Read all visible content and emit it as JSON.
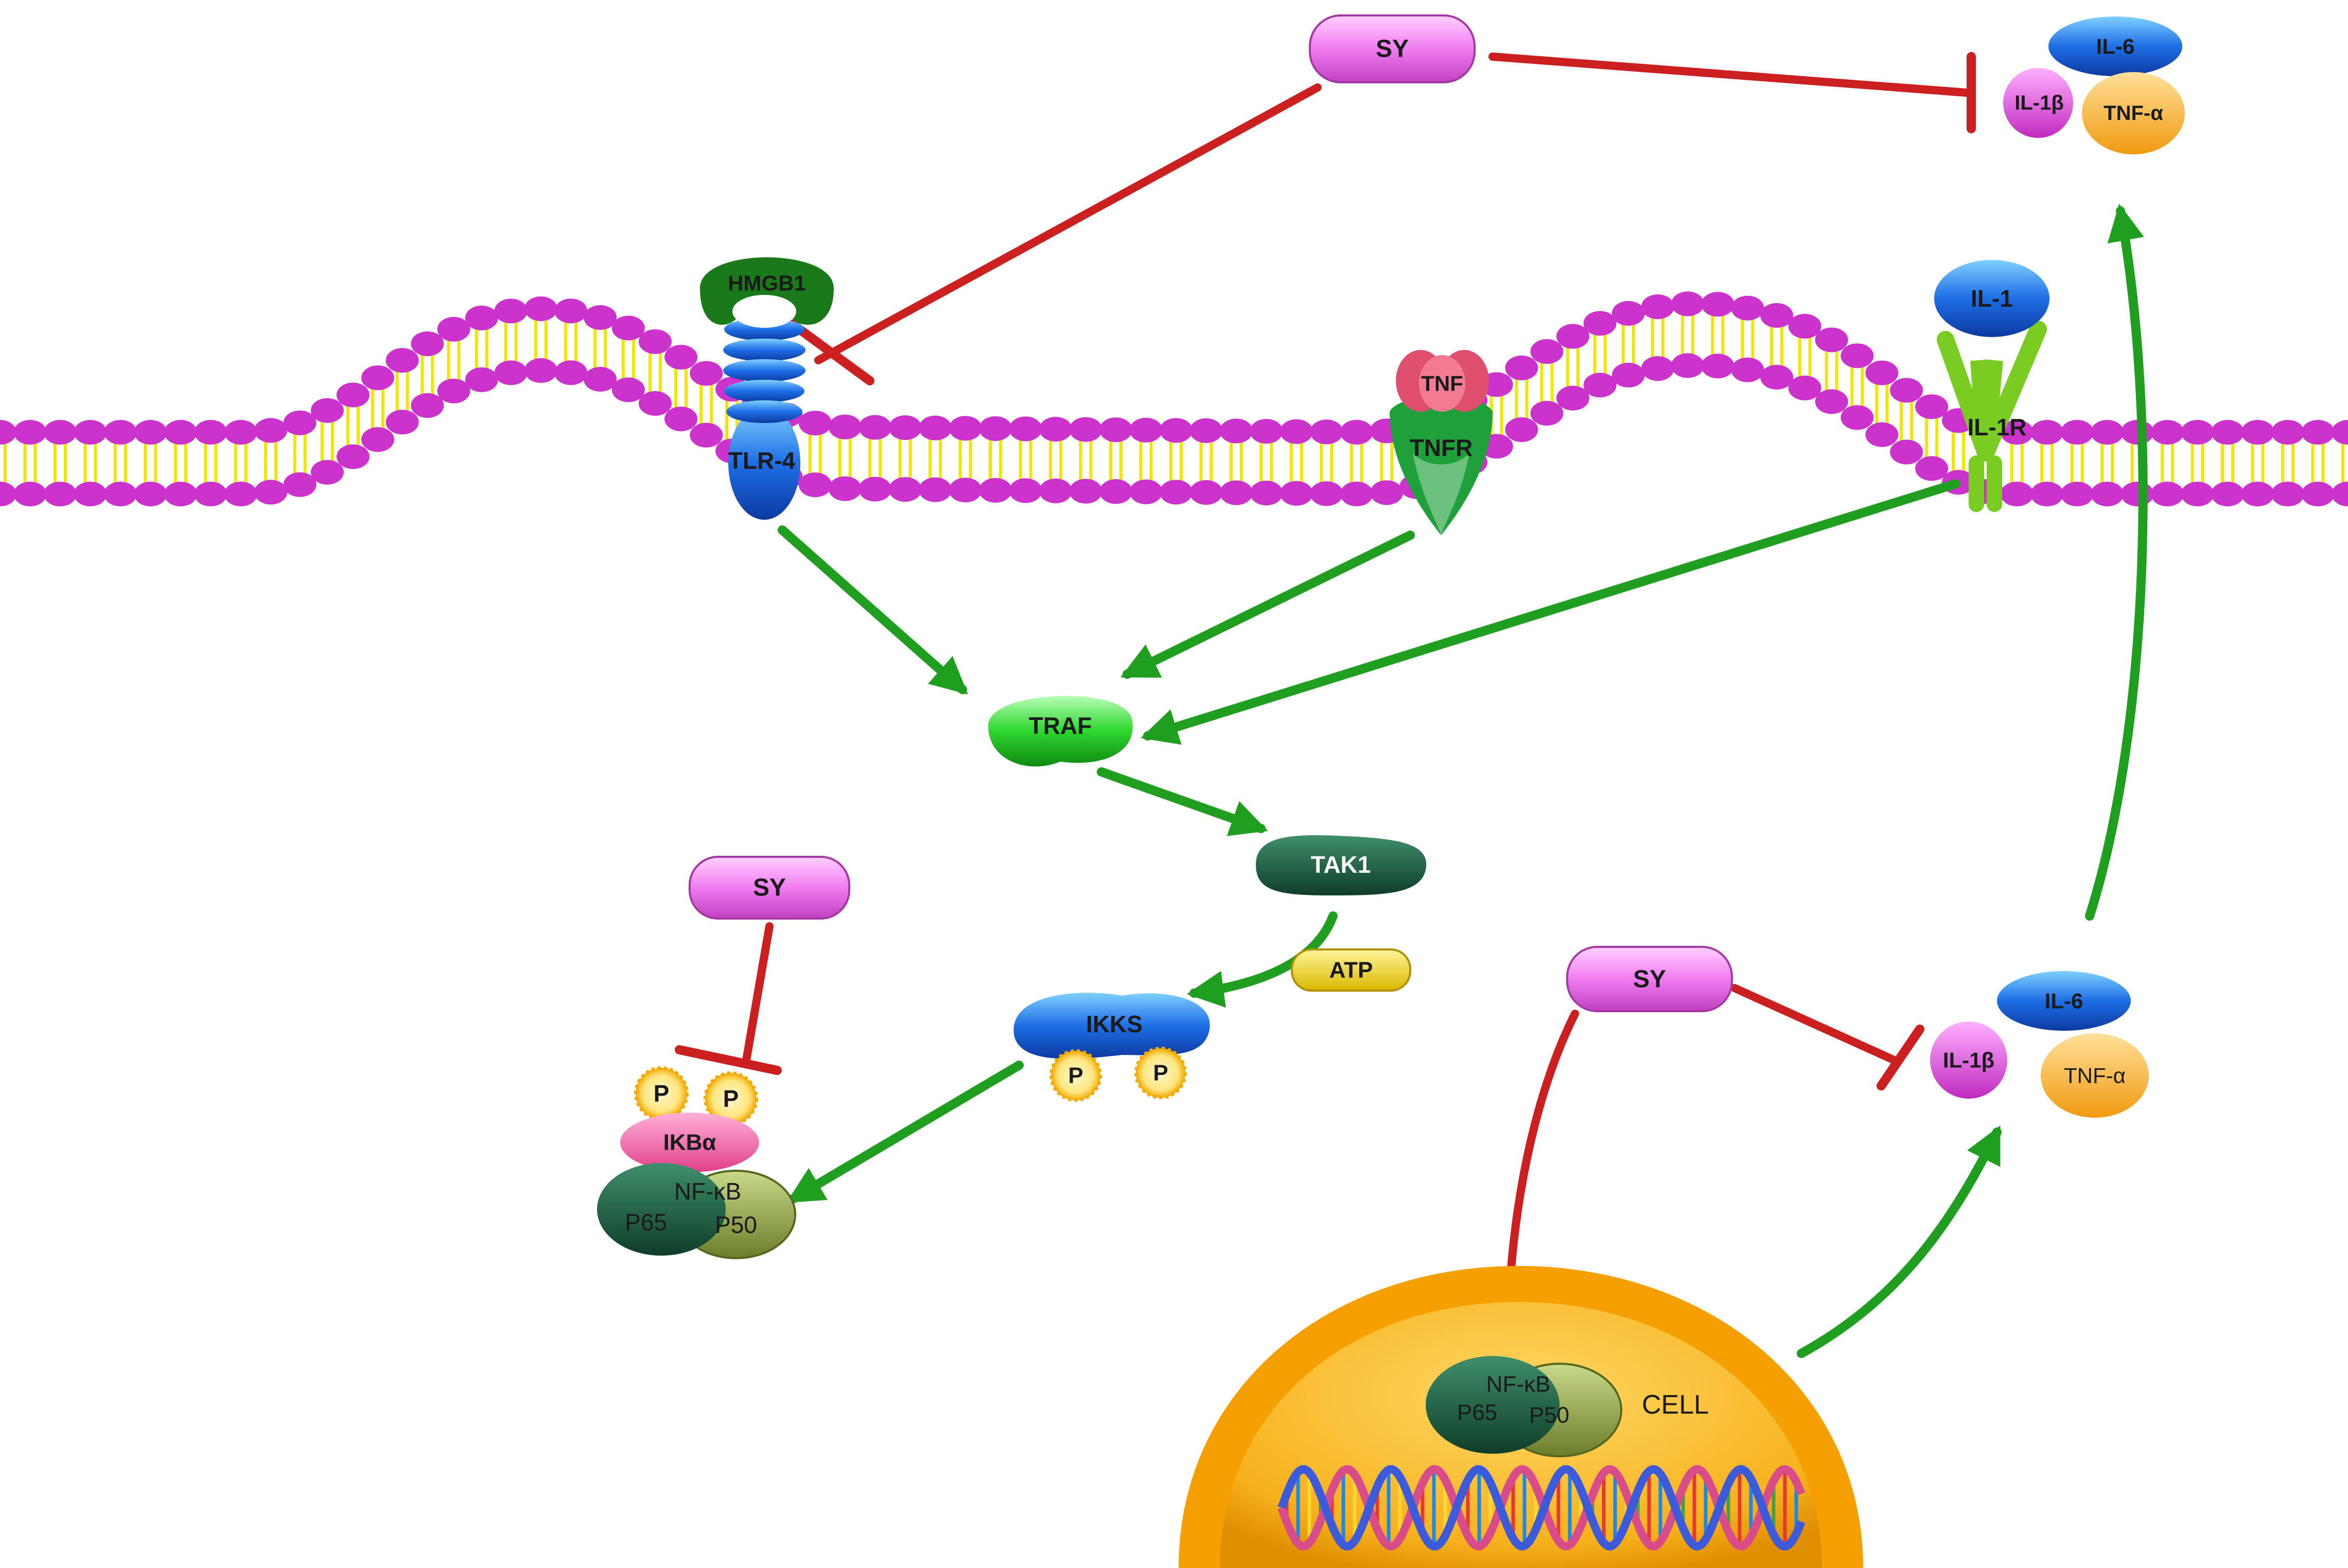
{
  "colors": {
    "activation": "#1f9e1f",
    "inhibition": "#cc1f1f",
    "membrane_head": "#cc33cc",
    "membrane_tail": "#f2e600",
    "sy": "#ee7cee",
    "cell_outer": "#f5a000",
    "cell_inner": "#fbc02d"
  },
  "labels": {
    "sy_top": "SY",
    "sy_left": "SY",
    "sy_right": "SY",
    "hmgb1": "HMGB1",
    "tlr4": "TLR-4",
    "tnf": "TNF",
    "tnfr": "TNFR",
    "il1": "IL-1",
    "il1r": "IL-1R",
    "traf": "TRAF",
    "tak1": "TAK1",
    "atp": "ATP",
    "ikks": "IKKS",
    "p_symbol": "P",
    "ikba": "IKBα",
    "nfkb": "NF-κB",
    "p65": "P65",
    "p50": "P50",
    "cell": "CELL",
    "il6": "IL-6",
    "il1b": "IL-1β",
    "tnfa": "TNF-α"
  },
  "icons": [
    "dna-helix-icon",
    "lipid-bilayer-icon"
  ]
}
